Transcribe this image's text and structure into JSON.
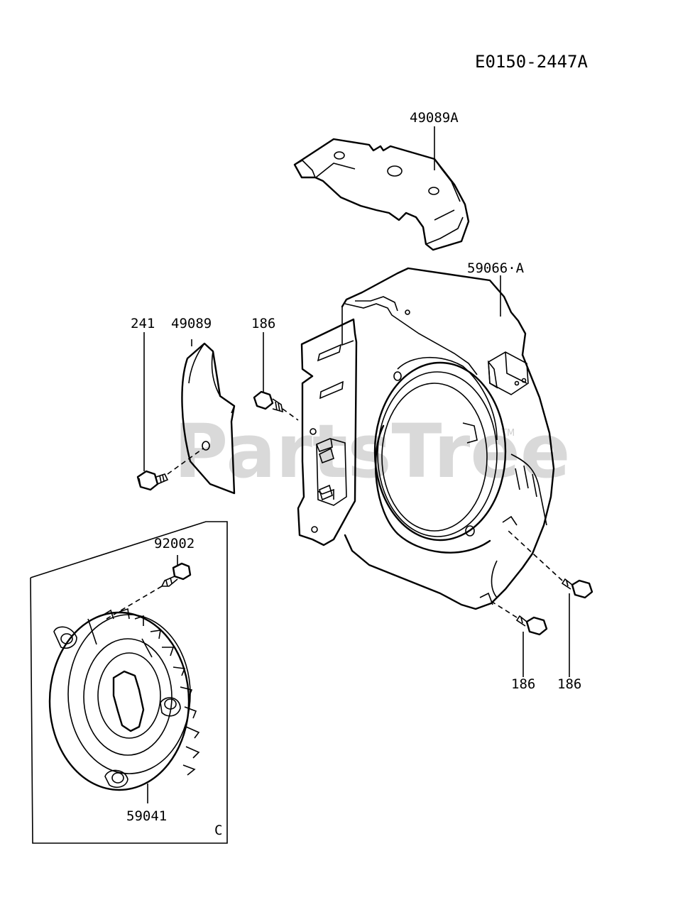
{
  "diagram": {
    "drawing_code": "E0150-2447A",
    "watermark": "PartsTree",
    "watermark_mark": "TM",
    "group_letter": "C"
  },
  "parts": {
    "bracket_top": "49089A",
    "shroud": "59066·A",
    "left_shield": "49089",
    "bolt_left": "241",
    "bolt_shroud_left": "186",
    "bolt_bottom_middle": "186",
    "bolt_bottom_right": "186",
    "fan_bolt": "92002",
    "fan": "59041"
  }
}
